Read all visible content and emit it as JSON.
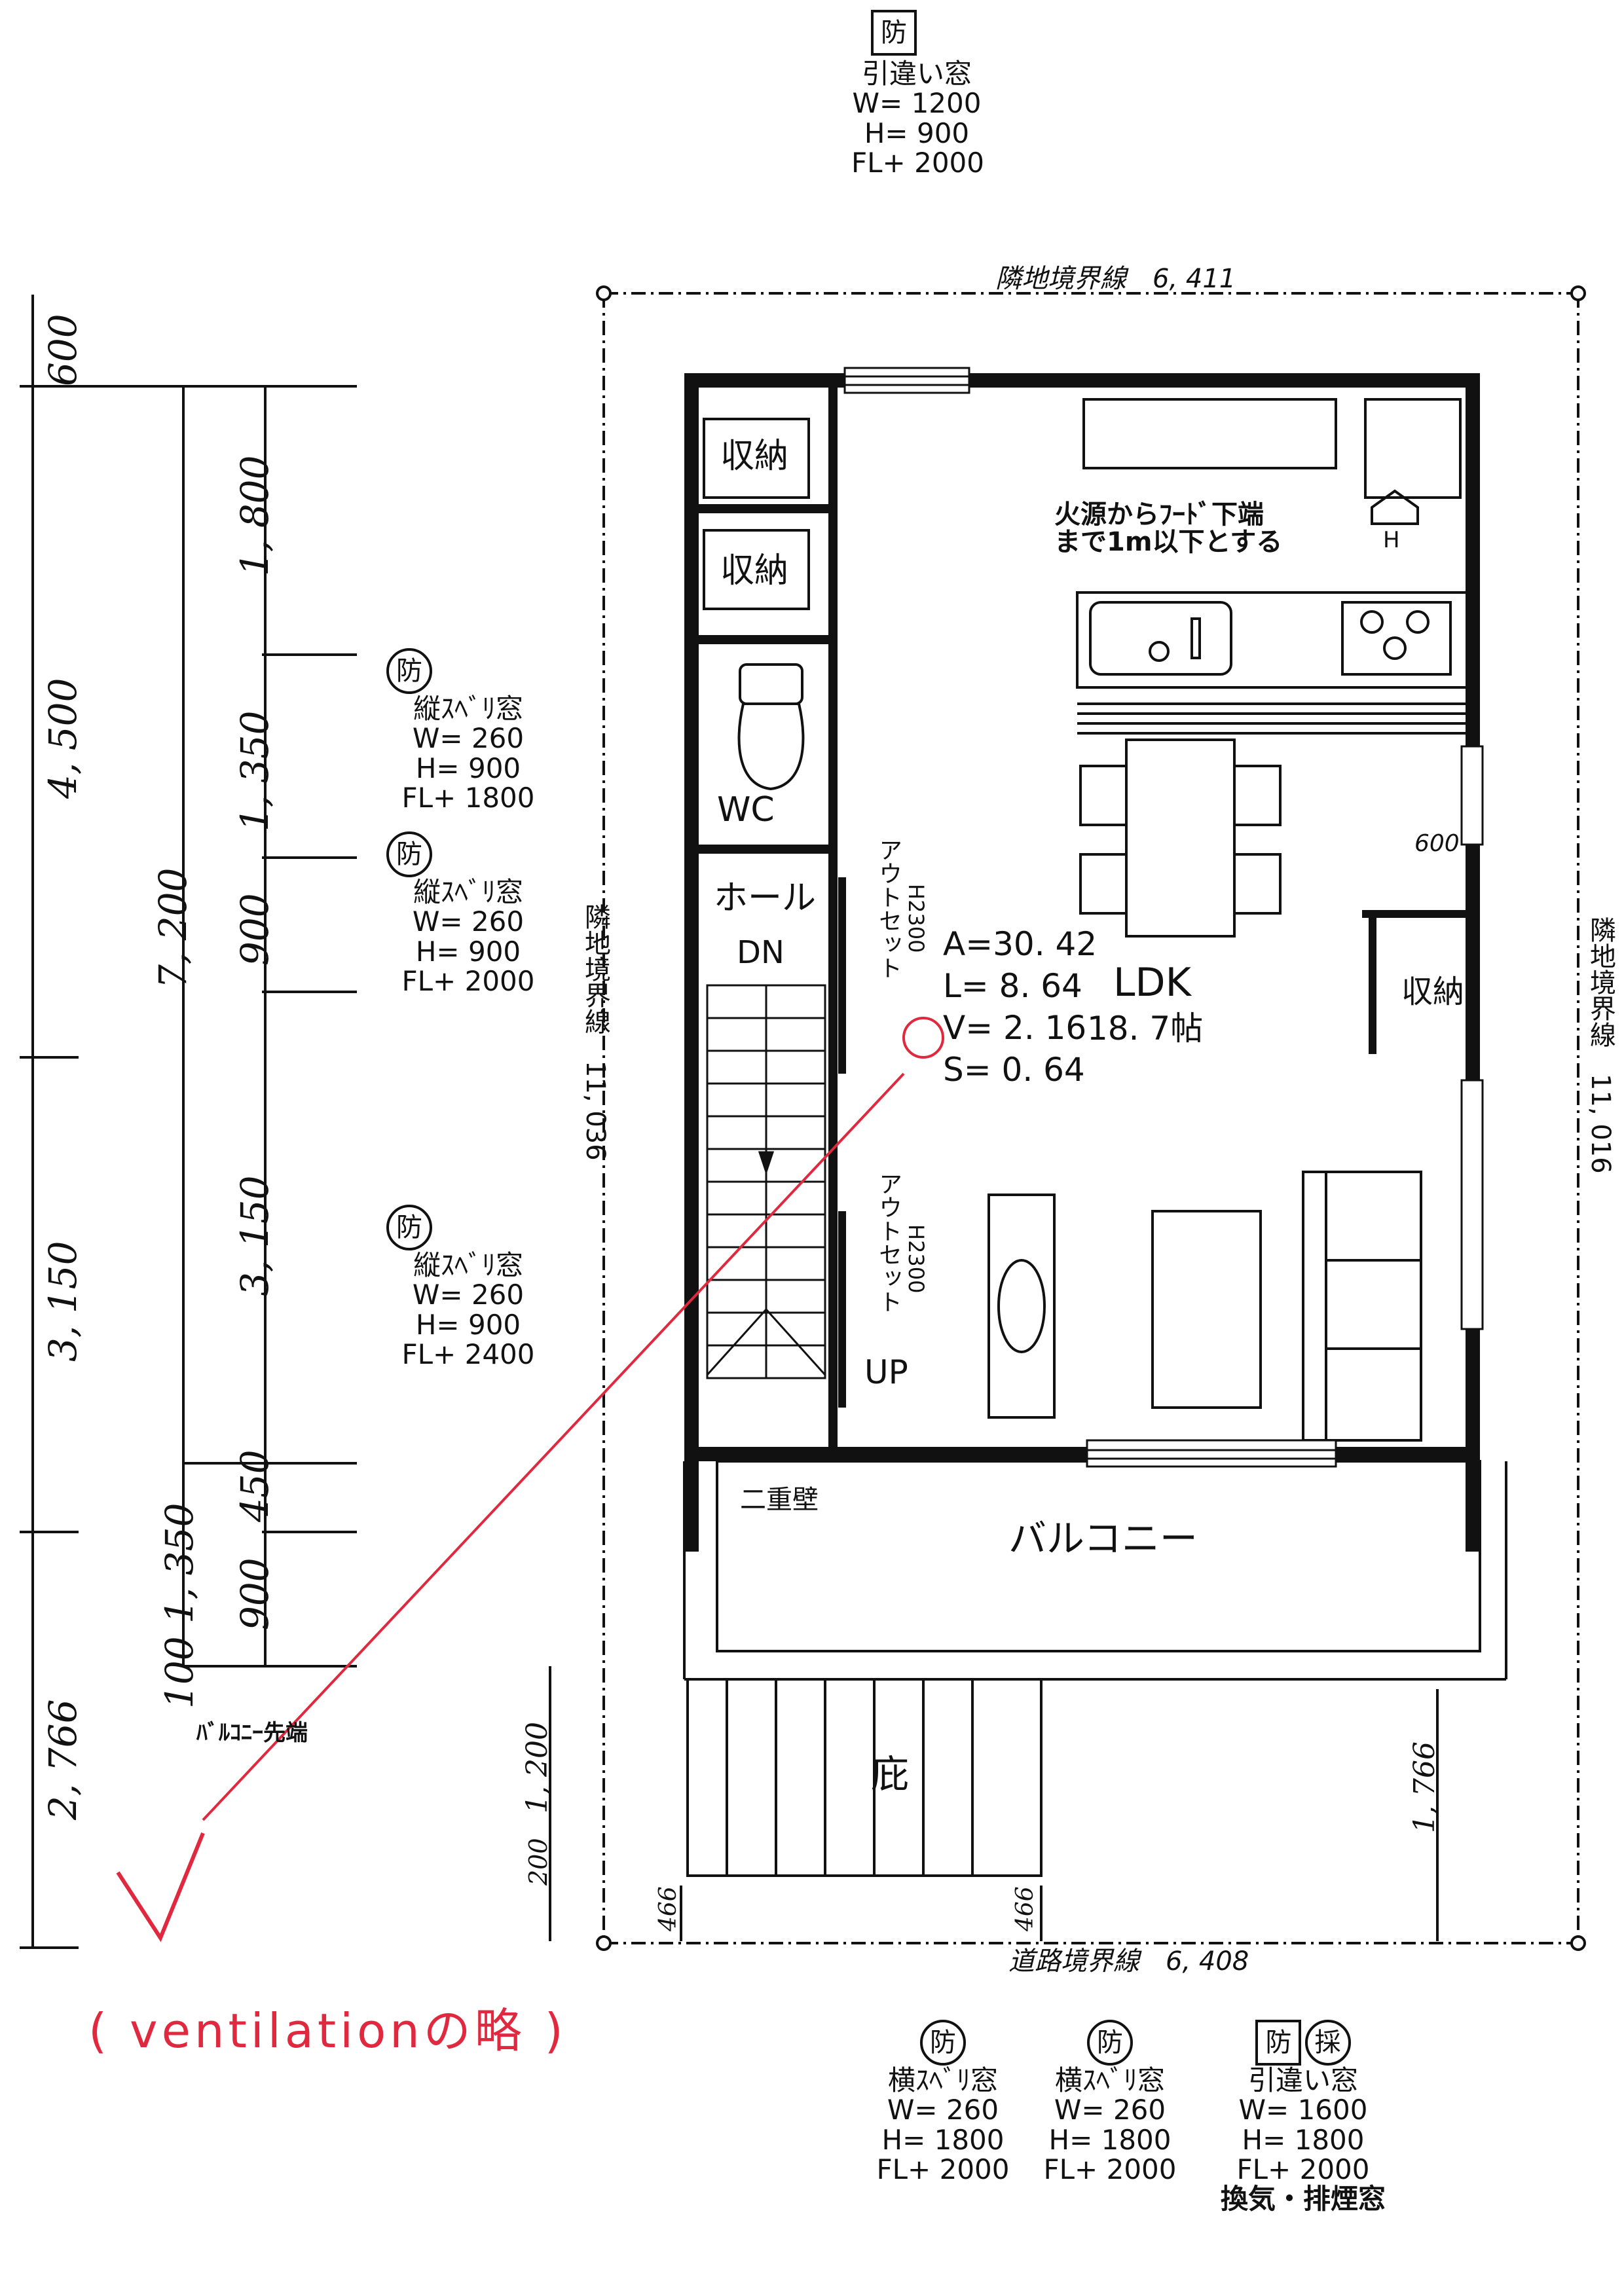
{
  "top_window": {
    "tag": "防",
    "type": "引違い窓",
    "w": "W= 1200",
    "h": "H=  900",
    "fl": "FL+ 2000"
  },
  "boundary": {
    "top": "隣地境界線　6, 411",
    "left": "隣地境界線　11, 036",
    "right": "隣地境界線　11, 016",
    "bottom": "道路境界線　6, 408"
  },
  "rooms": {
    "storage_1": "収納",
    "storage_2": "収納",
    "storage_3": "収納",
    "wc": "WC",
    "hall": "ホール",
    "dn": "DN",
    "up": "UP",
    "balcony": "バルコニー",
    "double_wall": "二重壁",
    "eaves": "庇",
    "ldk": "LDK",
    "tatami": "18. 7帖"
  },
  "kitchen_note": {
    "line1": "火源からﾌｰﾄﾞ下端",
    "line2": "まで1m以下とする",
    "hood_mark": "H"
  },
  "outset_1": {
    "label": "アウトセット",
    "h": "H2300"
  },
  "outset_2": {
    "label": "アウトセット",
    "h": "H2300"
  },
  "areas": {
    "a": "A=30. 42",
    "l": "L=  8. 64",
    "v_label": "V=",
    "v_value": "2. 16",
    "s": "S=  0. 64"
  },
  "dims_right": {
    "d600": "600"
  },
  "left_windows": [
    {
      "tag": "防",
      "type": "縦ｽﾍﾞﾘ窓",
      "w": "W= 260",
      "h": "H= 900",
      "fl": "FL+ 1800"
    },
    {
      "tag": "防",
      "type": "縦ｽﾍﾞﾘ窓",
      "w": "W= 260",
      "h": "H= 900",
      "fl": "FL+ 2000"
    },
    {
      "tag": "防",
      "type": "縦ｽﾍﾞﾘ窓",
      "w": "W= 260",
      "h": "H= 900",
      "fl": "FL+ 2400"
    }
  ],
  "left_dims": {
    "d600": "600",
    "d4500": "4, 500",
    "d7200": "7, 200",
    "d1800": "1, 800",
    "d1350a": "1, 350",
    "d900a": "900",
    "d3150a": "3, 150",
    "d3150b": "3, 150",
    "d450": "450",
    "d900b": "900",
    "d1350b": "1, 350",
    "d100": "100",
    "d2766": "2, 766",
    "balcony_tip": "ﾊﾞﾙｺﾆｰ先端"
  },
  "bottom_dims": {
    "d1200": "1, 200",
    "d200": "200",
    "d1766": "1, 766",
    "d466a": "466",
    "d466b": "466"
  },
  "bottom_windows": [
    {
      "tags": [
        "防"
      ],
      "type": "横ｽﾍﾞﾘ窓",
      "w": "W= 260",
      "h": "H= 1800",
      "fl": "FL+ 2000",
      "extra": ""
    },
    {
      "tags": [
        "防"
      ],
      "type": "横ｽﾍﾞﾘ窓",
      "w": "W= 260",
      "h": "H= 1800",
      "fl": "FL+ 2000",
      "extra": ""
    },
    {
      "tags": [
        "防",
        "採"
      ],
      "type": "引違い窓",
      "w": "W= 1600",
      "h": "H= 1800",
      "fl": "FL+ 2000",
      "extra": "換気・排煙窓"
    }
  ],
  "annotation": {
    "v_mark": "V",
    "note": "( ventilationの略 )",
    "color": "#e0283f"
  }
}
